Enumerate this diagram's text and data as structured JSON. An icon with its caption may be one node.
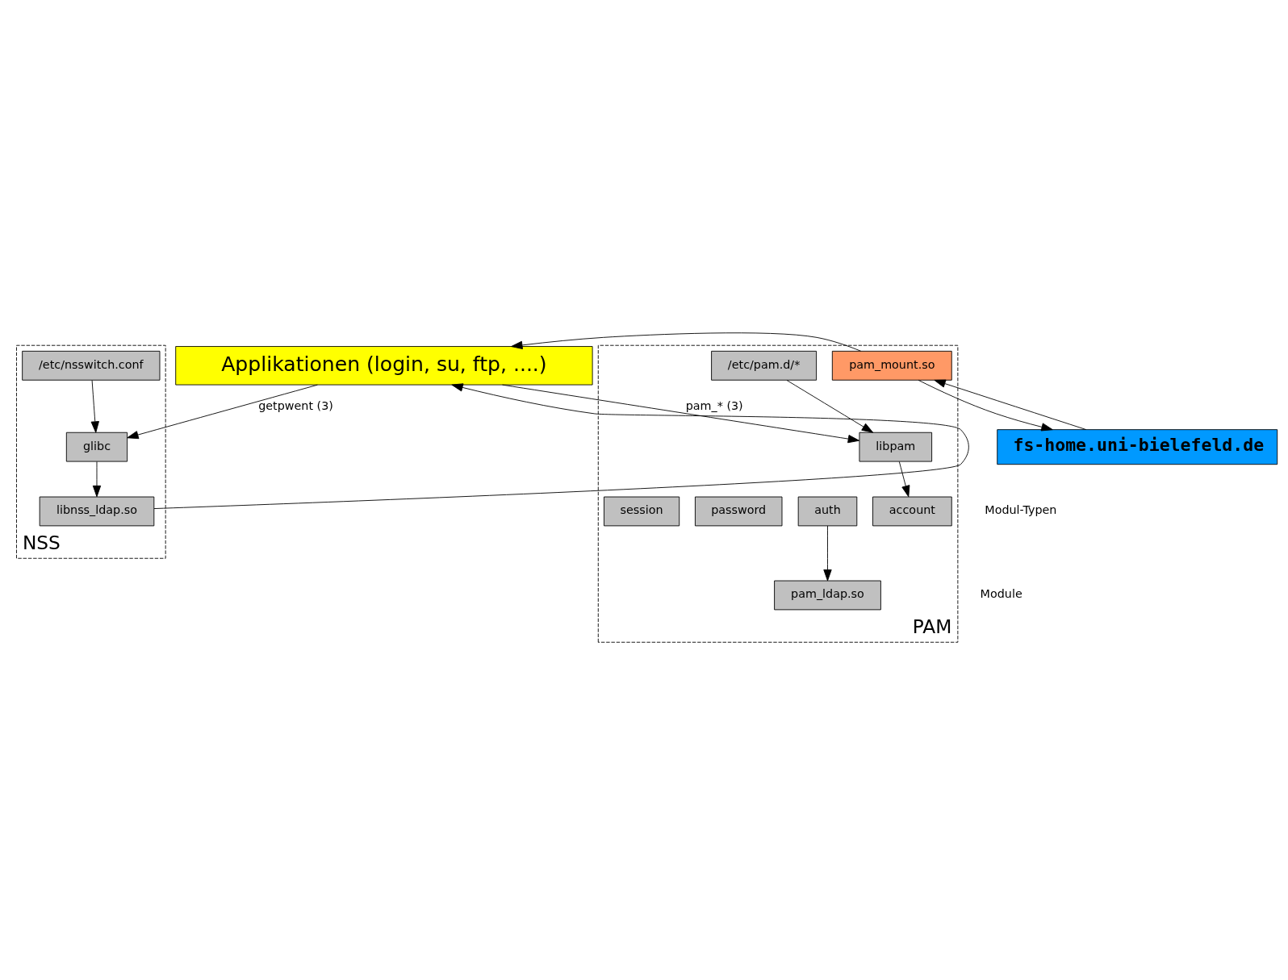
{
  "diagram": {
    "nodes": [
      {
        "text": [
          "Applikationen (login, su, ftp, ....)"
        ]
      },
      {
        "text": [
          "NSS"
        ]
      },
      {
        "text": [
          "/etc/nsswitch.conf"
        ],
        "in": 1
      },
      {
        "text": [
          "glibc"
        ],
        "in": 1
      },
      {
        "text": [
          "libnss_ldap.so"
        ],
        "in": 1
      },
      {
        "text": [
          "PAM"
        ]
      },
      {
        "text": [
          "/etc/pam.d/*"
        ],
        "in": 5
      },
      {
        "text": [
          "libpam"
        ],
        "in": 5
      },
      {
        "text": [
          "auth"
        ],
        "in": 5
      },
      {
        "text": [
          "password"
        ],
        "in": 5
      },
      {
        "text": [
          "account"
        ],
        "in": 5
      },
      {
        "text": [
          "session"
        ],
        "in": 5
      },
      {
        "text": [
          "pam_ldap.so"
        ],
        "in": 5
      },
      {
        "text": [
          "pam_mount.so"
        ],
        "in": 5
      },
      {
        "text": [
          "fs-home.uni-bielefeld.de"
        ]
      }
    ],
    "edges": [
      {
        "from": 0,
        "to": 3,
        "arrow": "to",
        "label": "getpwent (3)"
      },
      {
        "from": 2,
        "to": 3,
        "arrow": "to"
      },
      {
        "from": 3,
        "to": 4,
        "arrow": "to"
      },
      {
        "from": 4,
        "to": 0,
        "arrow": "to"
      },
      {
        "from": 0,
        "to": 7,
        "arrow": "to",
        "label": "pam_* (3)"
      },
      {
        "from": 6,
        "to": 7,
        "arrow": "to"
      },
      {
        "from": 7,
        "to": 10,
        "arrow": "to"
      },
      {
        "from": 8,
        "to": 12,
        "arrow": "to"
      },
      {
        "from": 13,
        "to": 0,
        "arrow": "to"
      },
      {
        "from": 14,
        "to": 13,
        "arrow": "to"
      },
      {
        "from": 13,
        "to": 14,
        "arrow": "to"
      }
    ],
    "labels": [
      "Modul-Typen",
      "Module"
    ]
  }
}
